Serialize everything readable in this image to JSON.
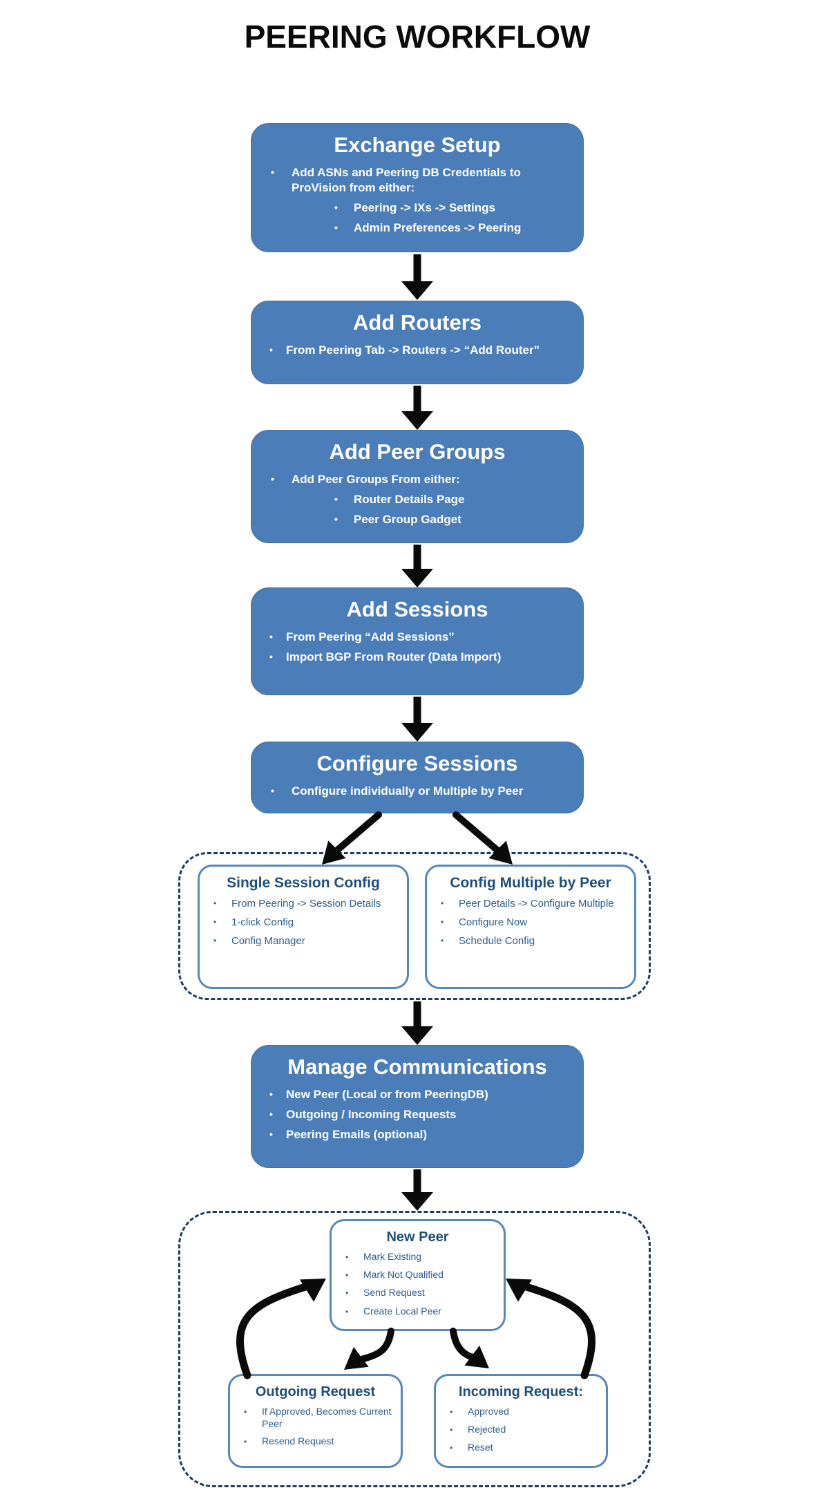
{
  "title": "PEERING WORKFLOW",
  "bullet_char": "•",
  "colors": {
    "box_blue": "#4b7db8",
    "white_box_border_blue": "#5687bd",
    "heading_dark_blue": "#1f4e79",
    "text_dark_blue": "#2c5d8f",
    "dashed_navy": "#1f3b63",
    "arrow_black": "#0a0a0a",
    "title_black": "#0b0b0b"
  },
  "flow": {
    "exchange_setup": {
      "title": "Exchange Setup",
      "items": [
        "Add ASNs and Peering DB Credentials to ProVision from either:",
        "Peering -> IXs -> Settings",
        "Admin Preferences -> Peering"
      ]
    },
    "add_routers": {
      "title": "Add Routers",
      "items": [
        "From Peering Tab -> Routers -> “Add Router”"
      ]
    },
    "add_peer_groups": {
      "title": "Add Peer Groups",
      "items": [
        "Add Peer Groups From either:",
        "Router Details Page",
        "Peer Group Gadget"
      ]
    },
    "add_sessions": {
      "title": "Add Sessions",
      "items": [
        "From  Peering “Add Sessions”",
        "Import BGP From Router (Data Import)"
      ]
    },
    "configure_sessions": {
      "title": "Configure Sessions",
      "items": [
        "Configure individually or Multiple by Peer"
      ]
    },
    "single_session_config": {
      "title": "Single Session Config",
      "items": [
        "From Peering -> Session Details",
        "1-click Config",
        "Config Manager"
      ]
    },
    "config_multiple_by_peer": {
      "title": "Config Multiple by Peer",
      "items": [
        "Peer Details -> Configure Multiple",
        "Configure Now",
        "Schedule Config"
      ]
    },
    "manage_communications": {
      "title": "Manage Communications",
      "items": [
        "New Peer (Local or from PeeringDB)",
        "Outgoing / Incoming Requests",
        "Peering Emails (optional)"
      ]
    },
    "new_peer": {
      "title": "New Peer",
      "items": [
        "Mark Existing",
        "Mark Not Qualified",
        "Send Request",
        "Create Local Peer"
      ]
    },
    "outgoing_request": {
      "title": "Outgoing Request",
      "items": [
        "If Approved, Becomes Current Peer",
        "Resend Request"
      ]
    },
    "incoming_request": {
      "title": "Incoming Request:",
      "items": [
        "Approved",
        "Rejected",
        "Reset"
      ]
    }
  }
}
